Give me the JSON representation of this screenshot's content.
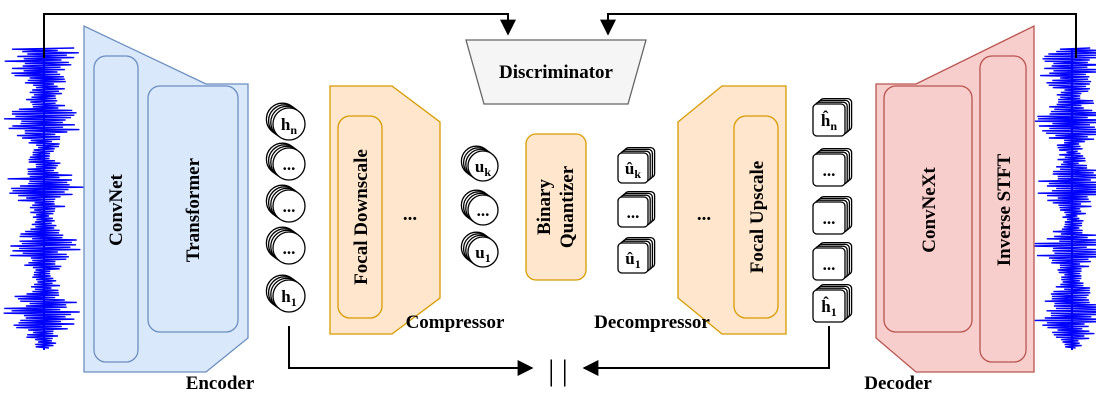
{
  "diagram": {
    "encoder": {
      "title": "Encoder",
      "inner_left": "ConvNet",
      "inner_right": "Transformer"
    },
    "compressor": {
      "title": "Compressor",
      "inner": "Focal Downscale",
      "middle": "..."
    },
    "quantizer": {
      "line1": "Binary",
      "line2": "Quantizer"
    },
    "decompressor": {
      "title": "Decompressor",
      "inner": "Focal Upscale",
      "middle": "..."
    },
    "decoder": {
      "title": "Decoder",
      "inner_left": "ConvNeXt",
      "inner_right": "Inverse STFT"
    },
    "discriminator": {
      "label": "Discriminator"
    },
    "h_stack": {
      "top": "h",
      "top_sub": "n",
      "mid": [
        "...",
        "...",
        "..."
      ],
      "bottom": "h",
      "bottom_sub": "1"
    },
    "u_stack": {
      "top": "u",
      "top_sub": "k",
      "mid": "...",
      "bottom": "u",
      "bottom_sub": "1"
    },
    "uhat_stack": {
      "top": "û",
      "top_sub": "k",
      "mid": "...",
      "bottom": "û",
      "bottom_sub": "1"
    },
    "hhat_stack": {
      "top": "ĥ",
      "top_sub": "n",
      "mid": [
        "...",
        "...",
        "..."
      ],
      "bottom": "ĥ",
      "bottom_sub": "1"
    },
    "comparison_symbol": "| |",
    "colors": {
      "encoder_fill": "#dae8fc",
      "encoder_stroke": "#6c8ebf",
      "compressor_fill": "#ffe6cc",
      "compressor_stroke": "#d79b00",
      "decoder_fill": "#f8cecc",
      "decoder_stroke": "#b85450",
      "discriminator_fill": "#f5f5f5",
      "discriminator_stroke": "#666666",
      "waveform": "#0000ff"
    }
  }
}
